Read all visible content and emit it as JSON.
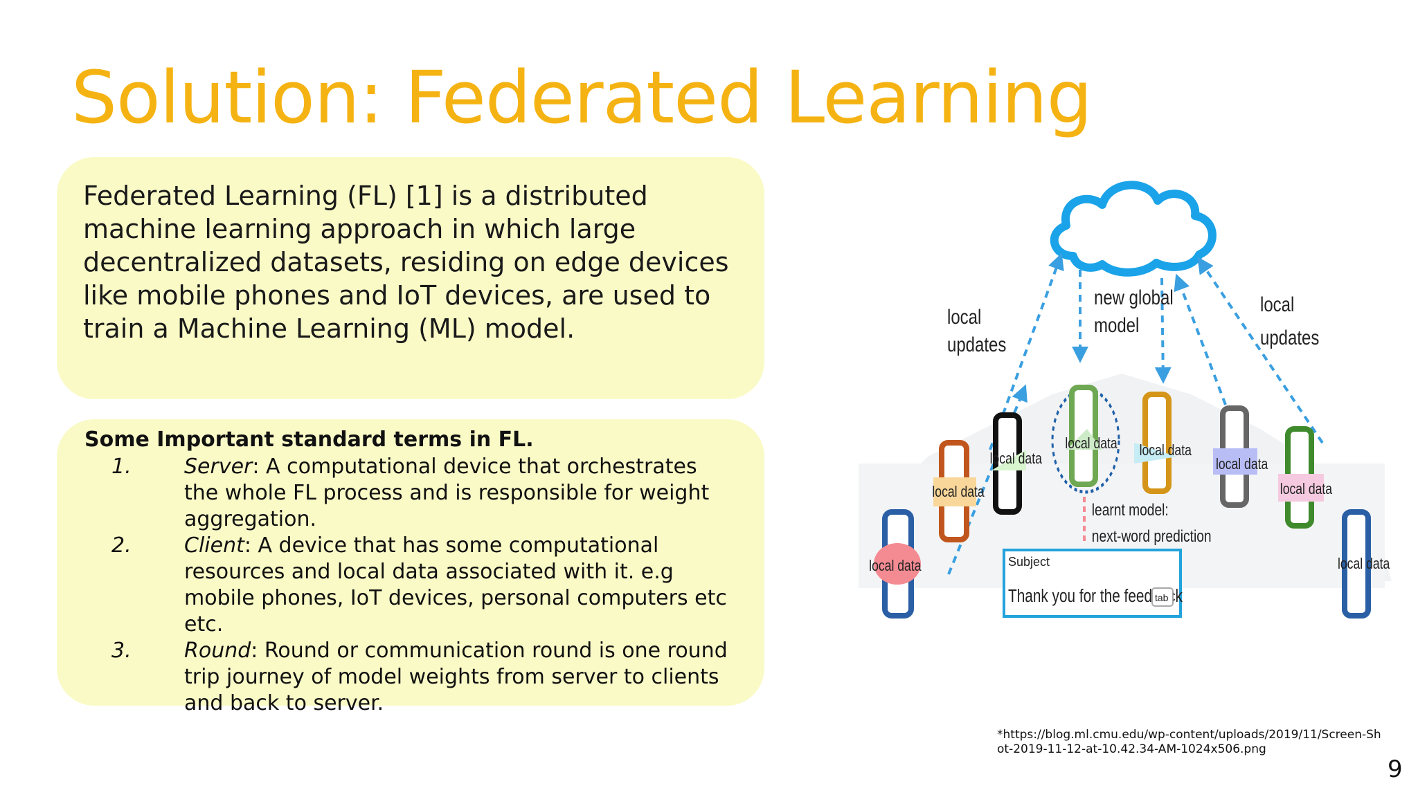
{
  "slide": {
    "title": "Solution: Federated Learning",
    "intro": "Federated Learning (FL) [1] is a distributed machine learning approach in which large decentralized datasets, residing on edge devices like mobile phones and IoT devices, are used to train a Machine Learning (ML) model.",
    "terms_heading": "Some Important standard terms in FL.",
    "terms": [
      {
        "num": "1.",
        "term": "Server",
        "desc": ": A computational device that orchestrates the whole FL process and is responsible for weight aggregation."
      },
      {
        "num": "2.",
        "term": "Client",
        "desc": ": A device that has some computational resources and local data associated with it. e.g mobile phones, IoT devices, personal computers etc etc."
      },
      {
        "num": "3.",
        "term": "Round",
        "desc": ": Round or communication round is one round trip journey of model weights from server to clients and back to server."
      }
    ],
    "citation": "*https://blog.ml.cmu.edu/wp-content/uploads/2019/11/Screen-Shot-2019-11-12-at-10.42.34-AM-1024x506.png",
    "page_number": "9"
  },
  "figure": {
    "label_local_updates_line1": "local",
    "label_local_updates_line2": "updates",
    "label_new_global_line1": "new global",
    "label_new_global_line2": "model",
    "label_local_data": "local data",
    "label_learnt_line1": "learnt model:",
    "label_learnt_line2": "next-word prediction",
    "email_subject": "Subject",
    "email_text": "Thank you for the feedback",
    "email_tab": "tab"
  },
  "colors": {
    "title": "#f5b313",
    "box_fill": "#fafac7",
    "cloud": "#1aa3e8",
    "arrow": "#3a9fe0"
  }
}
